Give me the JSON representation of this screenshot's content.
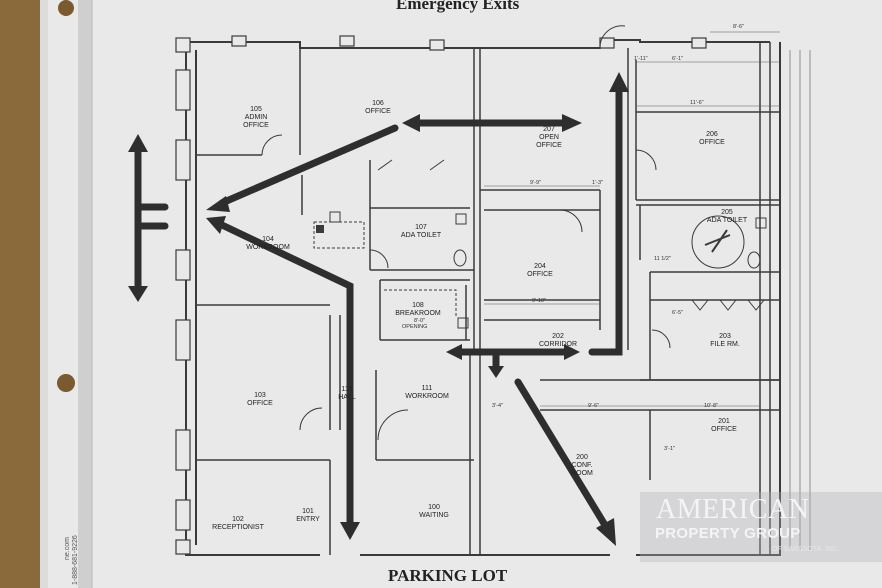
{
  "document": {
    "title": "Emergency Exits",
    "footer_label": "PARKING LOT",
    "edge_text_top": "ne.com",
    "edge_text_bottom": "1-888-681-9226"
  },
  "rooms": {
    "r105": {
      "num": "105",
      "name": "ADMIN OFFICE"
    },
    "r106": {
      "num": "106",
      "name": "OFFICE"
    },
    "r207": {
      "num": "207",
      "name": "OPEN OFFICE"
    },
    "r206": {
      "num": "206",
      "name": "OFFICE"
    },
    "r104": {
      "num": "104",
      "name": "WORKROOM"
    },
    "r107": {
      "num": "107",
      "name": "ADA TOILET"
    },
    "r204": {
      "num": "204",
      "name": "OFFICE"
    },
    "r205": {
      "num": "205",
      "name": "ADA TOILET"
    },
    "r108": {
      "num": "108",
      "name": "BREAKROOM"
    },
    "r203": {
      "num": "203",
      "name": "FILE RM."
    },
    "r202": {
      "num": "202",
      "name": "CORRIDOR"
    },
    "r103": {
      "num": "103",
      "name": "OFFICE"
    },
    "r110": {
      "num": "110",
      "name": "HALL"
    },
    "r111": {
      "num": "111",
      "name": "WORKROOM"
    },
    "r201": {
      "num": "201",
      "name": "OFFICE"
    },
    "r200": {
      "num": "200",
      "name": "CONF. ROOM"
    },
    "r102": {
      "num": "102",
      "name": "RECEPTIONIST"
    },
    "r101": {
      "num": "101",
      "name": "ENTRY"
    },
    "r100": {
      "num": "100",
      "name": "WAITING"
    }
  },
  "dimensions": {
    "d1": "8'-6\"",
    "d2": "1'-11\"",
    "d3": "6'-1\"",
    "d4": "11'-6\"",
    "d5": "9'-9\"",
    "d6": "1'-3\"",
    "d7": "11 1/2\"",
    "d8": "9'-10\"",
    "d9": "6'-5\"",
    "d10": "8'-0\"",
    "d11": "3'-4\"",
    "d12": "9'-6\"",
    "d13": "10'-8\"",
    "d14": "3'-1\"",
    "d15": "OPENING"
  },
  "brand": {
    "line1": "AMERICAN",
    "line2": "PROPERTY GROUP",
    "line3": "OF SARASOTA, INC."
  },
  "colors": {
    "background": "#8a6a3a",
    "paper": "#e9e9ea",
    "linework": "#3a3a3a",
    "arrows": "#2e2e2e",
    "brand_text": "#f4f4f4"
  }
}
